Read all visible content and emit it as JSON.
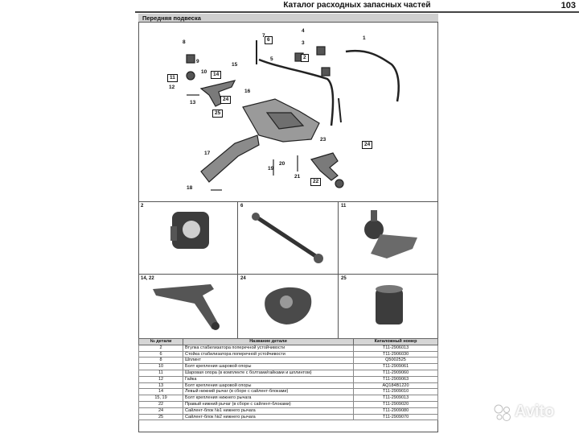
{
  "header": {
    "title": "Каталог расходных запасных частей",
    "page_number": "103"
  },
  "section": {
    "title": "Передняя подвеска"
  },
  "diagram": {
    "callouts": [
      {
        "id": "c1",
        "text": "1",
        "boxed": false
      },
      {
        "id": "c2",
        "text": "2",
        "boxed": true
      },
      {
        "id": "c3",
        "text": "3",
        "boxed": false
      },
      {
        "id": "c4",
        "text": "4",
        "boxed": false
      },
      {
        "id": "c5",
        "text": "5",
        "boxed": false
      },
      {
        "id": "c6",
        "text": "6",
        "boxed": true
      },
      {
        "id": "c7",
        "text": "7",
        "boxed": false
      },
      {
        "id": "c8",
        "text": "8",
        "boxed": false
      },
      {
        "id": "c9",
        "text": "9",
        "boxed": false
      },
      {
        "id": "c10",
        "text": "10",
        "boxed": false
      },
      {
        "id": "c11",
        "text": "11",
        "boxed": true
      },
      {
        "id": "c12",
        "text": "12",
        "boxed": false
      },
      {
        "id": "c13",
        "text": "13",
        "boxed": false
      },
      {
        "id": "c14",
        "text": "14",
        "boxed": true
      },
      {
        "id": "c15",
        "text": "15",
        "boxed": false
      },
      {
        "id": "c16",
        "text": "16",
        "boxed": false
      },
      {
        "id": "c17",
        "text": "17",
        "boxed": false
      },
      {
        "id": "c18",
        "text": "18",
        "boxed": false
      },
      {
        "id": "c19",
        "text": "19",
        "boxed": false
      },
      {
        "id": "c20",
        "text": "20",
        "boxed": false
      },
      {
        "id": "c21",
        "text": "21",
        "boxed": false
      },
      {
        "id": "c22",
        "text": "22",
        "boxed": true
      },
      {
        "id": "c23",
        "text": "23",
        "boxed": false
      },
      {
        "id": "c24",
        "text": "24",
        "boxed": true
      },
      {
        "id": "c24b",
        "text": "24",
        "boxed": true
      },
      {
        "id": "c25",
        "text": "25",
        "boxed": true
      }
    ]
  },
  "cells": {
    "c_2": "2",
    "c_6": "6",
    "c_11": "11",
    "c_14_22": "14, 22",
    "c_24": "24",
    "c_25": "25"
  },
  "table": {
    "headers": [
      "№ детали",
      "Название детали",
      "Каталожный номер"
    ],
    "rows": [
      [
        "2",
        "Втулка стабилизатора поперечной устойчивости",
        "T11-2906013"
      ],
      [
        "6",
        "Стойка стабилизатора поперечной устойчивости",
        "T11-2906030"
      ],
      [
        "8",
        "Шплинт",
        "Q5002525"
      ],
      [
        "10",
        "Болт крепления шаровой опоры",
        "T11-2909061"
      ],
      [
        "11",
        "Шаровая опора (в комплекте с болтами/гайками и шплинтом)",
        "T11-2909060"
      ],
      [
        "12",
        "Гайка",
        "T11-2909063"
      ],
      [
        "13",
        "Болт крепления шаровой опоры",
        "AQ184B1220"
      ],
      [
        "14",
        "Левый нижний рычаг (в сборе с сайлент-блоками)",
        "T11-2909010"
      ],
      [
        "15, 19",
        "Болт крепления нижнего рычага",
        "T11-2909013"
      ],
      [
        "22",
        "Правый нижний рычаг (в сборе с сайлент-блоками)",
        "T11-2909020"
      ],
      [
        "24",
        "Сайлент-блок №1 нижнего рычага",
        "T11-2909080"
      ],
      [
        "25",
        "Сайлент-блок №2 нижнего рычага",
        "T11-2909070"
      ]
    ]
  },
  "watermark": {
    "text": "Avito"
  }
}
